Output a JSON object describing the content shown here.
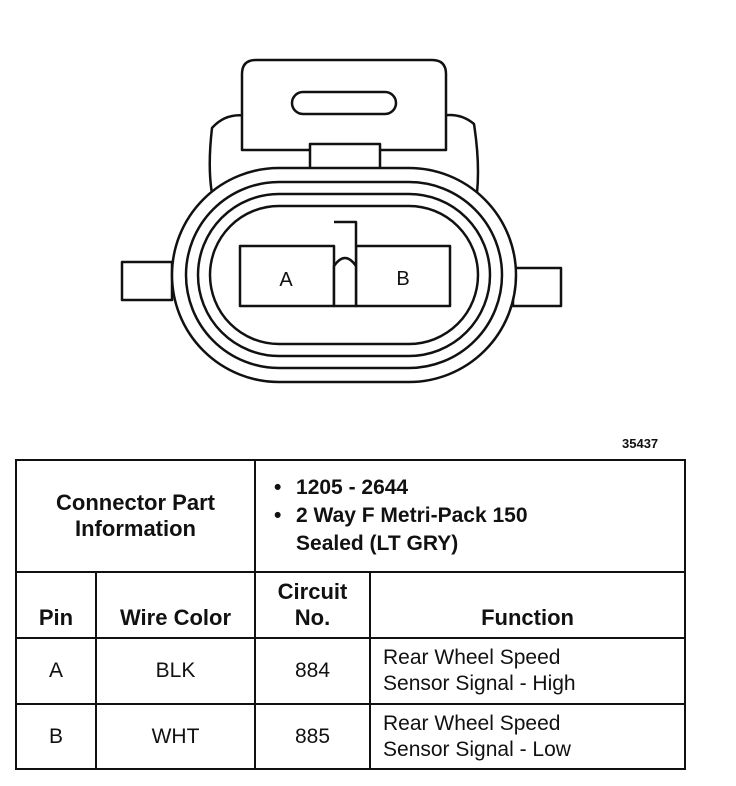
{
  "figure_id": "35437",
  "connector": {
    "pin_labels": [
      "A",
      "B"
    ]
  },
  "info": {
    "label_line1": "Connector Part",
    "label_line2": "Information",
    "bullets": [
      {
        "line1": "1205 - 2644",
        "line2": ""
      },
      {
        "line1": "2 Way F Metri-Pack 150",
        "line2": "Sealed (LT GRY)"
      }
    ]
  },
  "headers": {
    "pin": "Pin",
    "wire_color": "Wire Color",
    "circuit_line1": "Circuit",
    "circuit_line2": "No.",
    "function": "Function"
  },
  "rows": [
    {
      "pin": "A",
      "wire_color": "BLK",
      "circuit": "884",
      "function_line1": "Rear Wheel Speed",
      "function_line2": "Sensor Signal - High"
    },
    {
      "pin": "B",
      "wire_color": "WHT",
      "circuit": "885",
      "function_line1": "Rear Wheel Speed",
      "function_line2": "Sensor Signal - Low"
    }
  ]
}
